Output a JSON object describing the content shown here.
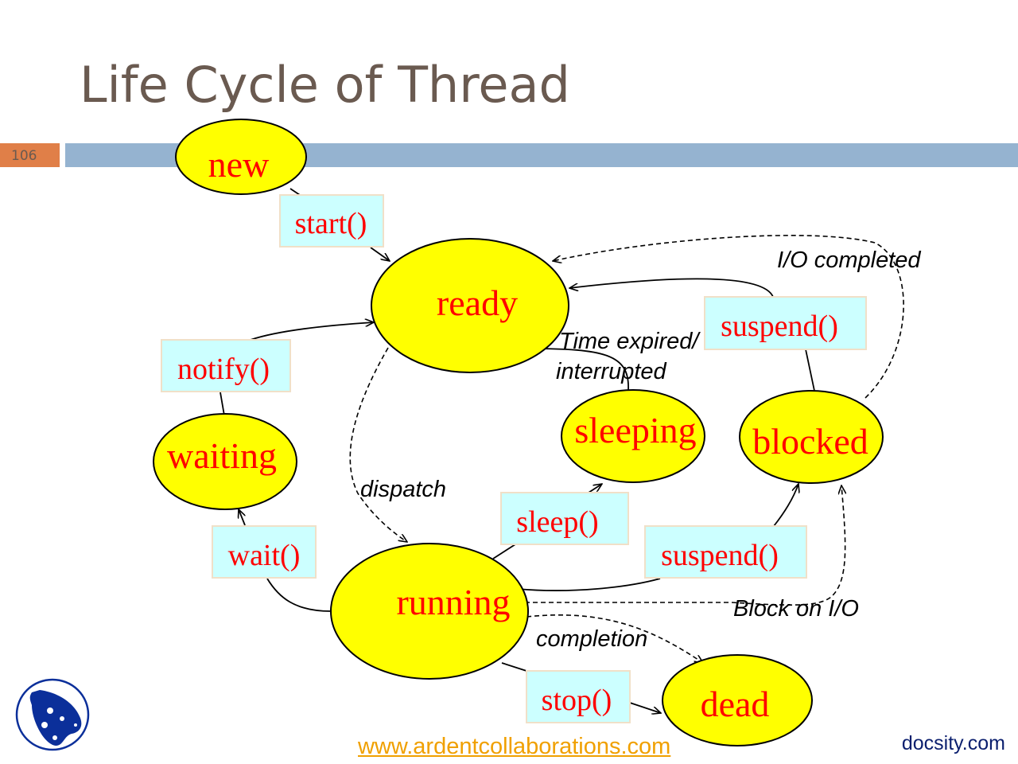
{
  "slide": {
    "title": "Life Cycle of Thread",
    "number": "106"
  },
  "states": {
    "new": "new",
    "ready": "ready",
    "waiting": "waiting",
    "sleeping": "sleeping",
    "blocked": "blocked",
    "running": "running",
    "dead": "dead"
  },
  "methods": {
    "start": "start()",
    "suspend_top": "suspend()",
    "notify": "notify()",
    "sleep": "sleep()",
    "suspend_bottom": "suspend()",
    "wait": "wait()",
    "stop": "stop()"
  },
  "annotations": {
    "io_completed": "I/O completed",
    "time_expired": "Time expired/",
    "interrupted": "interrupted",
    "dispatch": "dispatch",
    "block_on_io": "Block on I/O",
    "completion": "completion"
  },
  "footer": {
    "link": "www.ardentcollaborations.com",
    "watermark": "docsity.com"
  },
  "colors": {
    "state_fill": "#ffff00",
    "state_text": "#ff0000",
    "method_fill": "#ccffff",
    "bar": "#95b3d0",
    "number_box": "#e07f48"
  }
}
